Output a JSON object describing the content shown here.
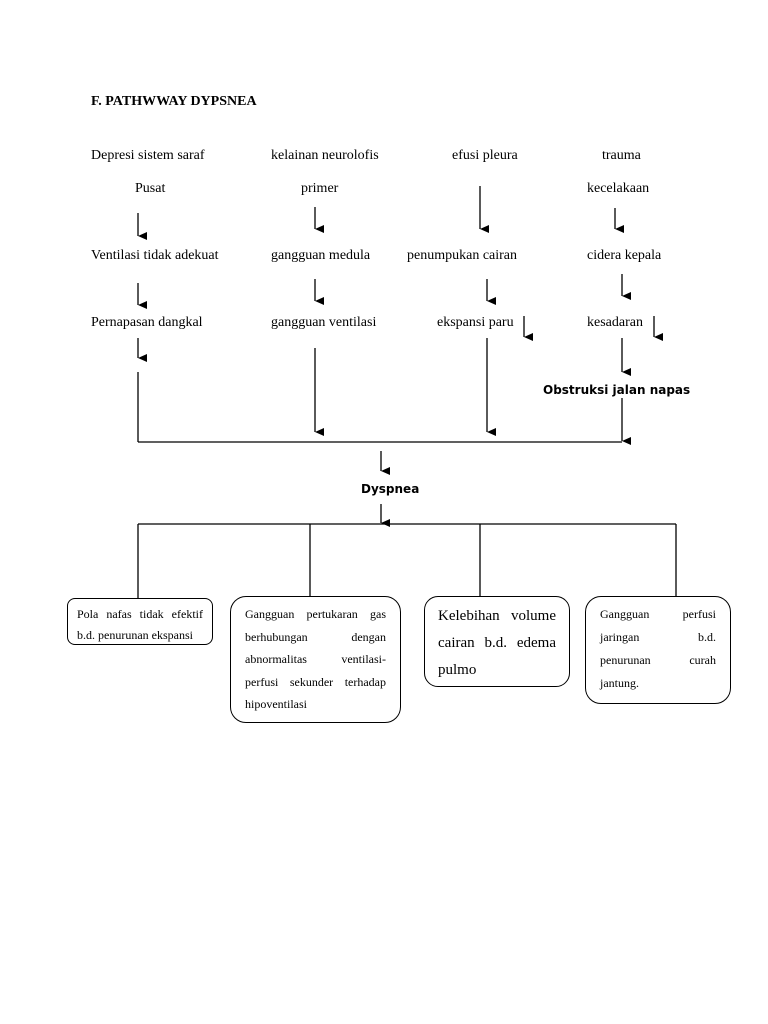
{
  "title": "F. PATHWWAY DYPSNEA",
  "columns": [
    {
      "cause": "Depresi sistem saraf",
      "cause2": "Pusat",
      "step1": "Ventilasi tidak adekuat",
      "step2": "Pernapasan dangkal"
    },
    {
      "cause": "kelainan neurolofis",
      "cause2": "primer",
      "step1": "gangguan medula",
      "step2": "gangguan ventilasi"
    },
    {
      "cause": "efusi pleura",
      "step1": "penumpukan cairan",
      "step2": "ekspansi paru"
    },
    {
      "cause": "trauma",
      "cause2": "kecelakaan",
      "step1": "cidera kepala",
      "step2": "kesadaran",
      "step3": "Obstruksi jalan napas"
    }
  ],
  "center": "Dyspnea",
  "diagnoses": [
    {
      "lines": [
        "Pola nafas tidak efektif",
        "b.d. penurunan ekspansi"
      ]
    },
    {
      "lines": [
        "Gangguan pertukaran gas",
        "berhubungan dengan",
        "abnormalitas ventilasi-",
        "perfusi sekunder terhadap",
        "hipoventilasi"
      ]
    },
    {
      "lines": [
        "Kelebihan volume",
        "cairan b.d. edema",
        "pulmo"
      ]
    },
    {
      "lines": [
        "Gangguan perfusi",
        "jaringan b.d.",
        "penurunan curah",
        "jantung."
      ]
    }
  ]
}
